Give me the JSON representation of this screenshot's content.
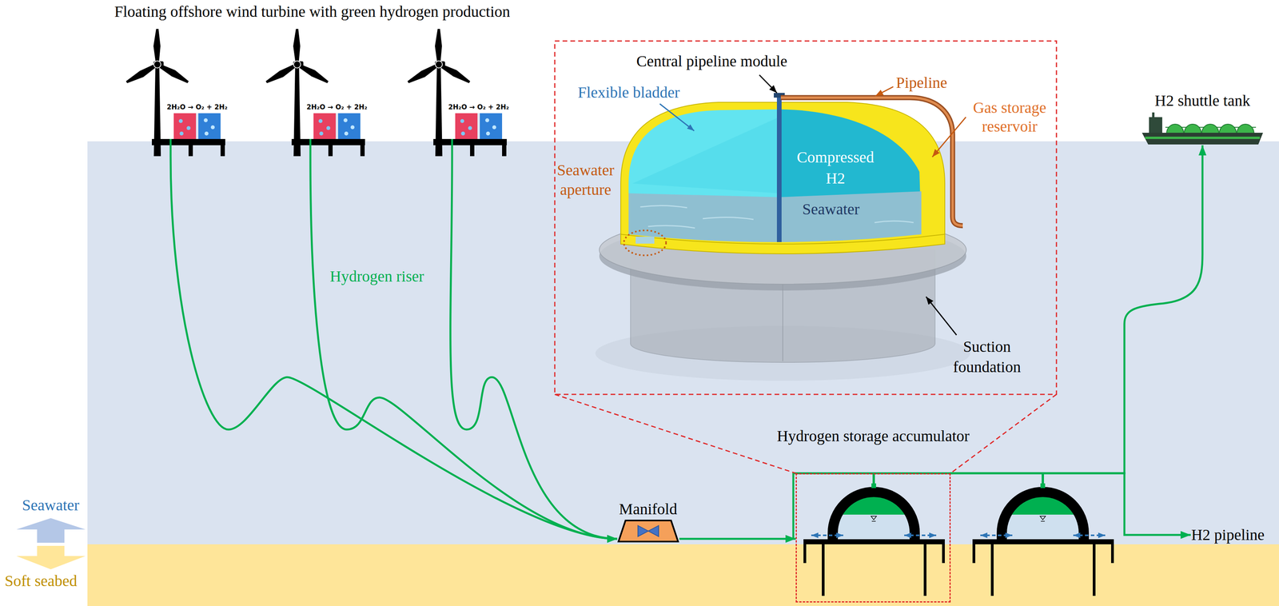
{
  "diagram": {
    "title": "Floating offshore wind turbine with green hydrogen production",
    "nodes": [
      {
        "text": [
          "2H₂O → O₂ + 2H₂"
        ]
      },
      {
        "text": [
          "2H₂O → O₂ + 2H₂"
        ]
      },
      {
        "text": [
          "2H₂O → O₂ + 2H₂"
        ]
      },
      {
        "text": [
          "Manifold"
        ]
      },
      {
        "text": [
          "Hydrogen storage accumulator"
        ]
      },
      {
        "text": [
          "H2 shuttle tank"
        ]
      },
      {
        "text": [
          "H2 pipeline"
        ]
      }
    ],
    "edges": [
      {
        "from": 0,
        "to": 3,
        "arrow": "to"
      },
      {
        "from": 1,
        "to": 3,
        "arrow": "to"
      },
      {
        "from": 2,
        "to": 3,
        "arrow": "to"
      },
      {
        "from": 3,
        "to": 4,
        "arrow": "to"
      },
      {
        "from": 4,
        "to": 5,
        "arrow": "to"
      },
      {
        "from": 4,
        "to": 6,
        "arrow": "to"
      }
    ],
    "labels": [
      "Central pipeline module",
      "Flexible bladder",
      "Pipeline",
      "Gas storage reservoir",
      "Compressed H2",
      "Seawater",
      "Seawater aperture",
      "Suction foundation",
      "Hydrogen riser",
      "Seawater",
      "Soft seabed"
    ]
  }
}
